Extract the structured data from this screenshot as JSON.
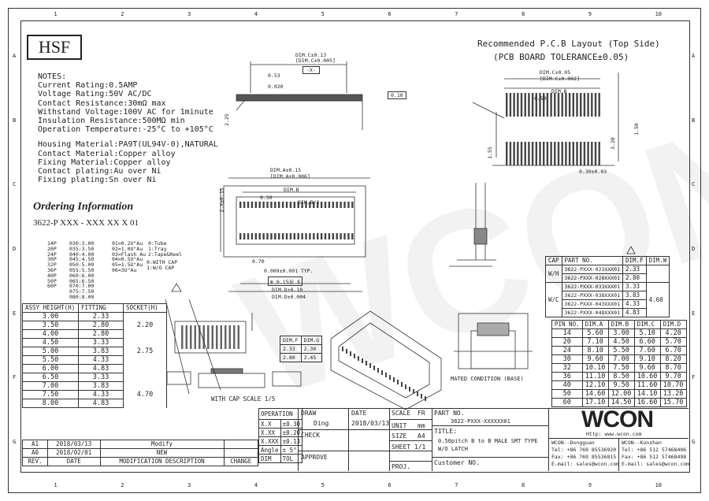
{
  "border": {
    "cols": [
      "1",
      "2",
      "3",
      "4",
      "5",
      "6",
      "7",
      "8",
      "9",
      "10"
    ],
    "rows": [
      "A",
      "B",
      "C",
      "D",
      "E",
      "F",
      "G"
    ]
  },
  "logo": "HSF",
  "layout_title": "Recommended P.C.B Layout (Top Side)",
  "layout_tolerance": "(PCB BOARD TOLERANCE±0.05)",
  "notes": {
    "title": "NOTES:",
    "lines": [
      "Current Rating:0.5AMP",
      "Voltage Rating:50V AC/DC",
      "Contact Resistance:30mΩ max",
      "Withstand Voltage:100V AC for 1minute",
      "Insulation Resistance:500MΩ min",
      "Operation Temperature:-25°C to +105°C"
    ]
  },
  "materials": [
    "Housing Material:PA9T(UL94V-0),NATURAL",
    "Contact Material:Copper alloy",
    "Fixing Material:Copper alloy",
    "Contact plating:Au over Ni",
    "Fixing plating:Sn over Ni"
  ],
  "ordering": {
    "title": "Ordering Information",
    "code": "3622-P XXX - XXX XX X 01",
    "pins": [
      "14P",
      "20P",
      "24P",
      "30P",
      "32P",
      "36P",
      "40P",
      "50P",
      "60P"
    ],
    "heights": [
      "030:3.00",
      "035:3.50",
      "040:4.00",
      "045:4.50",
      "050:5.00",
      "055:5.50",
      "060:6.00",
      "065:6.50",
      "070:7.00",
      "075:7.50",
      "080:8.00"
    ],
    "contacts": [
      "01=0.2U\"Au",
      "02=1.0U\"Au",
      "03=Flash Au",
      "04=0.5U\"Au",
      "05=1.5U\"Au",
      "06=3U\"Au"
    ],
    "type": [
      "0:Tube",
      "1:Tray",
      "2:Tape&Reel"
    ],
    "cap": [
      "0:WITH CAP",
      "1:W/O CAP"
    ]
  },
  "dims": {
    "dim_c": "DIM.C±0.13",
    "dim_c2": "[DIM.C±0.005]",
    "x_box": "-X-",
    "d053": "0.53",
    "d020": "0.020",
    "d010": "0.10",
    "d025": "2.25",
    "dim_a": "DIM.A±0.15",
    "dim_a2": "[DIM.A±0.006]",
    "dim_b": "DIM.B",
    "dim_b2": "DIM.B/2",
    "d050": "0.50",
    "d2x": "2.X±0.15",
    "d070": "0.70",
    "d0009": "0.009±0.001 TYP.",
    "tol": "⊕ 0.15Ⓜ X",
    "dim_d": "DIM.D±0.10",
    "dim_d2": "DIM.D±0.004",
    "pcb_dimc": "DIM.C±0.05",
    "pcb_dimc2": "[DIM.C±0.002]",
    "pcb_dimb": "DIM.B",
    "pcb_050": "0.50",
    "pcb_155": "1.55",
    "pcb_320": "3.20",
    "pcb_150": "1.50",
    "pcb_030": "0.30±0.03",
    "mated": "MATED  CONDITION  (BASE)",
    "with_cap": "WITH CAP  SCALE 1/5"
  },
  "height_table": {
    "headers": [
      "ASSY HEIGHT(H)",
      "FITTING",
      "SOCKET(H)"
    ],
    "rows": [
      [
        "3.00",
        "2.33",
        ""
      ],
      [
        "3.50",
        "2.80",
        "2.20"
      ],
      [
        "4.00",
        "2.80",
        ""
      ],
      [
        "4.50",
        "3.33",
        ""
      ],
      [
        "5.00",
        "3.83",
        "2.75"
      ],
      [
        "5.50",
        "4.33",
        ""
      ],
      [
        "6.00",
        "4.83",
        ""
      ],
      [
        "6.50",
        "3.33",
        ""
      ],
      [
        "7.00",
        "3.83",
        ""
      ],
      [
        "7.50",
        "4.33",
        "4.70"
      ],
      [
        "8.00",
        "4.83",
        ""
      ]
    ]
  },
  "cap_table": {
    "headers": [
      "CAP",
      "PART NO.",
      "DIM.F",
      "DIM.W"
    ],
    "groups": [
      {
        "label": "W/H",
        "parts": [
          [
            "3622-PXXX-023XXX01",
            "2.33"
          ],
          [
            "3622-PXXX-028XXX01",
            "2.80"
          ]
        ],
        "dimw": ""
      },
      {
        "label": "W/C",
        "parts": [
          [
            "3622-PXXX-033XXX01",
            "3.33"
          ],
          [
            "3622-PXXX-038XXX01",
            "3.83"
          ],
          [
            "3622-PXXX-043XXX01",
            "4.33"
          ],
          [
            "3622-PXXX-048XXX01",
            "4.83"
          ]
        ],
        "dimw": "4.60"
      }
    ]
  },
  "dim_table": {
    "headers": [
      "PIN NO.",
      "DIM.A",
      "DIM.B",
      "DIM.C",
      "DIM.D"
    ],
    "rows": [
      [
        "14",
        "5.60",
        "3.00",
        "5.10",
        "4.20"
      ],
      [
        "20",
        "7.10",
        "4.50",
        "6.60",
        "5.70"
      ],
      [
        "24",
        "8.10",
        "5.50",
        "7.60",
        "6.70"
      ],
      [
        "30",
        "9.60",
        "7.00",
        "9.10",
        "8.20"
      ],
      [
        "32",
        "10.10",
        "7.50",
        "9.60",
        "8.70"
      ],
      [
        "36",
        "11.10",
        "8.50",
        "10.60",
        "9.70"
      ],
      [
        "40",
        "12.10",
        "9.50",
        "11.60",
        "10.70"
      ],
      [
        "50",
        "14.60",
        "12.00",
        "14.10",
        "13.20"
      ],
      [
        "60",
        "17.10",
        "14.50",
        "16.60",
        "15.70"
      ]
    ]
  },
  "small_table": {
    "headers": [
      "DIM.F",
      "DIM.G"
    ],
    "rows": [
      [
        "2.33",
        "2.30"
      ],
      [
        "2.80",
        "2.45"
      ]
    ]
  },
  "title_block": {
    "operation": "OPERATION",
    "draw": "DRAW",
    "draw_name": "Ding",
    "date_label": "DATE",
    "date": "2018/03/13",
    "scale": "SCALE",
    "scale_val": "FR",
    "part_no_label": "PART NO.",
    "part_no": "3622-PXXX-XXXXXX01",
    "tols": [
      [
        "X.X",
        "±0.30"
      ],
      [
        "X.XX",
        "±0.20"
      ],
      [
        "X.XXX",
        "±0.13"
      ]
    ],
    "angle": "Angle",
    "angle_tol": "± 5°",
    "dim": "DIM",
    "tol": "TOL",
    "check": "CHECK",
    "approve": "APPROVE",
    "date2": "DATE",
    "size": "SIZE",
    "size_val": "A4",
    "unit": "UNIT",
    "unit_val": "mm",
    "sheet": "SHEET 1/1",
    "proj": "PROJ.",
    "title_label": "TITLE:",
    "title_text": "0.50pitch B to B  MALE SMT TYPE",
    "title_text2": "W/O LATCH",
    "customer": "Customer NO.",
    "brand": "WCON",
    "url": "Http: www.wcon.com",
    "dg": {
      "name": "WCON--Dongguan",
      "tel": "Tel: +86 769 85536920",
      "fax": "Fax: +86 769 85536815",
      "mail": "E-mail: sales@wcon.com"
    },
    "ks": {
      "name": "WCON--Kunshan",
      "tel": "Tel: +86 512 57468406",
      "fax": "Fax: +86 512 57468498",
      "mail": "E-mail: sales@wcon.com"
    }
  },
  "revisions": {
    "headers": [
      "REV.",
      "DATE",
      "MODIFICATION DESCRIPTION",
      "CHANGE"
    ],
    "rows": [
      [
        "A1",
        "2018/03/13",
        "Modify",
        ""
      ],
      [
        "A0",
        "2018/02/01",
        "NEW",
        ""
      ]
    ]
  },
  "watermark": "WCON"
}
